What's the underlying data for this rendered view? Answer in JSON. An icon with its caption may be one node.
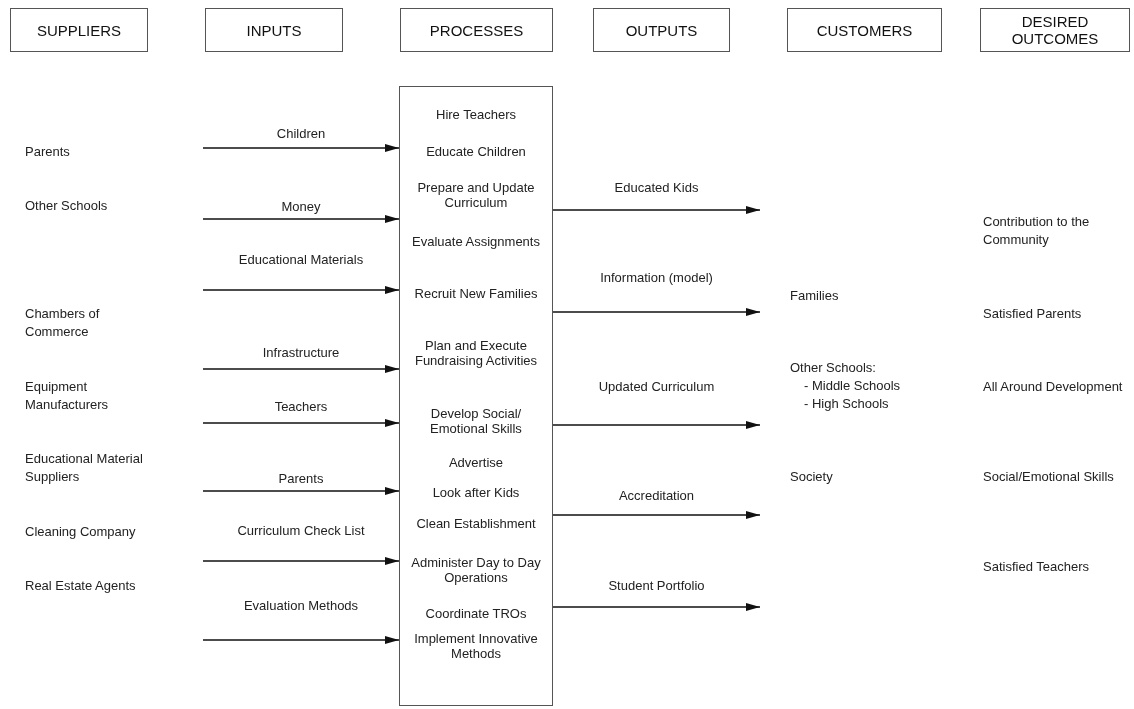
{
  "diagram": {
    "nodes": [
      {
        "text": [
          "SUPPLIERS"
        ]
      },
      {
        "text": [
          "INPUTS"
        ]
      },
      {
        "text": [
          "PROCESSES"
        ]
      },
      {
        "text": [
          "OUTPUTS"
        ]
      },
      {
        "text": [
          "CUSTOMERS"
        ]
      },
      {
        "text": [
          "DESIRED OUTCOMES"
        ]
      },
      {
        "text": [
          "Hire Teachers",
          "Educate Children",
          "Prepare and Update Curriculum",
          "Evaluate Assignments",
          "Recruit New Families",
          "Plan and Execute Fundraising Activities",
          "Develop Social/ Emotional Skills",
          "Advertise",
          "Look after Kids",
          "Clean Establishment",
          "Administer Day to Day Operations",
          "Coordinate TROs",
          "Implement Innovative Methods"
        ]
      }
    ],
    "edges": [
      {
        "from": null,
        "to": 6,
        "arrow": "to",
        "label": "Children"
      },
      {
        "from": null,
        "to": 6,
        "arrow": "to",
        "label": "Money"
      },
      {
        "from": null,
        "to": 6,
        "arrow": "to",
        "label": "Educational Materials"
      },
      {
        "from": null,
        "to": 6,
        "arrow": "to",
        "label": "Infrastructure"
      },
      {
        "from": null,
        "to": 6,
        "arrow": "to",
        "label": "Teachers"
      },
      {
        "from": null,
        "to": 6,
        "arrow": "to",
        "label": "Parents"
      },
      {
        "from": null,
        "to": 6,
        "arrow": "to",
        "label": "Curriculum Check List"
      },
      {
        "from": null,
        "to": 6,
        "arrow": "to",
        "label": "Evaluation Methods"
      },
      {
        "from": 6,
        "to": null,
        "arrow": "to",
        "label": "Educated Kids"
      },
      {
        "from": 6,
        "to": null,
        "arrow": "to",
        "label": "Information (model)"
      },
      {
        "from": 6,
        "to": null,
        "arrow": "to",
        "label": "Updated Curriculum"
      },
      {
        "from": 6,
        "to": null,
        "arrow": "to",
        "label": "Accreditation"
      },
      {
        "from": 6,
        "to": null,
        "arrow": "to",
        "label": "Student Portfolio"
      }
    ],
    "labels": [
      "Parents",
      "Other Schools",
      "Chambers of Commerce",
      "Equipment Manufacturers",
      "Educational Material Suppliers",
      "Cleaning Company",
      "Real Estate Agents",
      "Families",
      "Other Schools:",
      "- Middle Schools",
      "- High Schools",
      "Society",
      "Contribution to the Community",
      "Satisfied Parents",
      "All Around Development",
      "Social/Emotional Skills",
      "Satisfied Teachers"
    ]
  }
}
